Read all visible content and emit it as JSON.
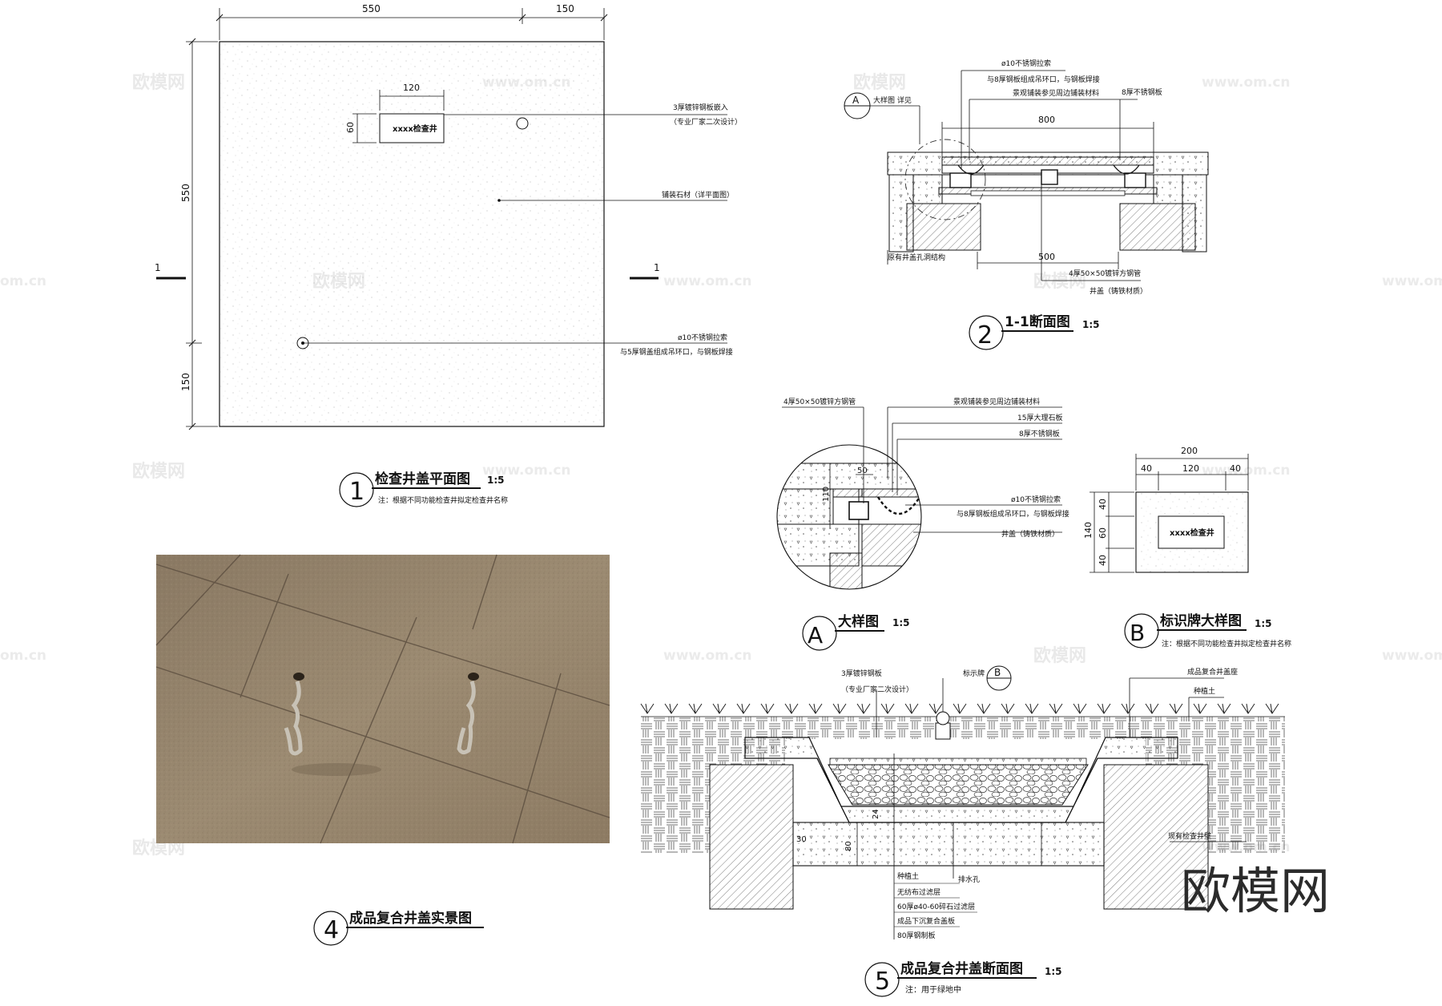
{
  "watermark": {
    "cn": "欧模网",
    "url": "www.om.cn",
    "url_short": "om.cn",
    "brand": "欧模网"
  },
  "plan": {
    "dim_top_a": "550",
    "dim_top_b": "150",
    "dim_left_a": "550",
    "dim_left_b": "150",
    "dim_sign_w": "120",
    "dim_sign_h": "60",
    "sign_text": "xxxx检查井",
    "section_mark_left": "1",
    "section_mark_right": "1",
    "note1_line1": "3厚镀锌钢板嵌入",
    "note1_line2": "（专业厂家二次设计）",
    "note2": "铺装石材（详平面图）",
    "note3_line1": "ø10不锈钢拉索",
    "note3_line2": "与5厚钢盖组成吊环口，与钢板焊接",
    "title_no": "1",
    "title": "检查井盖平面图",
    "scale": "1:5",
    "note": "注：根据不同功能检查井拟定检查井名称"
  },
  "section11": {
    "callout": "A",
    "callout_text": "大样图  详见",
    "label_top1": "ø10不锈钢拉索",
    "label_top2": "与8厚钢板组成吊环口，与钢板焊接",
    "label_top3": "景观铺装参见周边铺装材料",
    "label_right": "8厚不锈钢板",
    "dim_top": "800",
    "dim_bottom": "500",
    "label_left": "原有井盖孔洞结构",
    "label_br1": "4厚50×50镀锌方钢管",
    "label_br2": "井盖（铸铁材质）",
    "title_no": "2",
    "title": "1-1断面图",
    "scale": "1:5"
  },
  "detailA": {
    "l1": "4厚50×50镀锌方钢管",
    "l2": "景观铺装参见周边铺装材料",
    "l3": "15厚大理石板",
    "l4": "8厚不锈钢板",
    "l5": "ø10不锈钢拉索",
    "l6": "与8厚钢板组成吊环口，与钢板焊接",
    "l7": "井盖（铸铁材质）",
    "dim_w": "50",
    "dim_h": "110",
    "title_no": "A",
    "title": "大样图",
    "scale": "1:5"
  },
  "detailB": {
    "dim_w": "200",
    "dim_a": "40",
    "dim_b": "120",
    "dim_c": "40",
    "dim_h": "140",
    "dim_h1": "40",
    "dim_h2": "60",
    "dim_h3": "40",
    "sign_text": "xxxx检查井",
    "title_no": "B",
    "title": "标识牌大样图",
    "scale": "1:5",
    "note": "注：根据不同功能检查井拟定检查井名称"
  },
  "photo": {
    "title_no": "4",
    "title": "成品复合井盖实景图"
  },
  "section5": {
    "l_top1": "3厚镀锌钢板",
    "l_top2": "（专业厂家二次设计）",
    "l_sign": "标示牌",
    "callout": "B",
    "l_tr1": "成品复合井盖座",
    "l_tr2": "种植土",
    "l_right": "现有检查井壁",
    "l_drain": "排水孔",
    "b1": "种植土",
    "b2": "无纺布过滤层",
    "b3": "60厚ø40-60碎石过滤层",
    "b4": "成品下沉复合盖板",
    "b5": "80厚钢制板",
    "d1": "24",
    "d2": "30",
    "d3": "80",
    "title_no": "5",
    "title": "成品复合井盖断面图",
    "scale": "1:5",
    "note": "注：用于绿地中"
  }
}
